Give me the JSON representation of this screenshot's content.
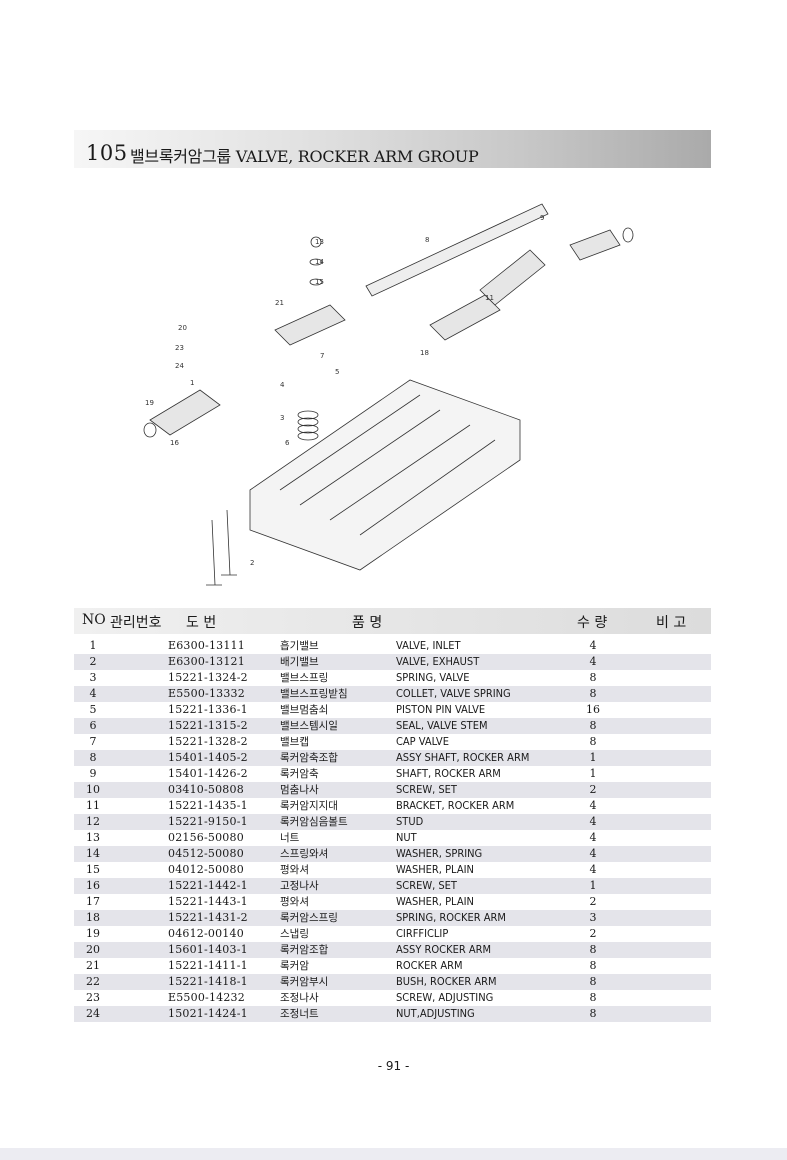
{
  "header": {
    "number": "105",
    "title": "밸브록커암그룹 VALVE, ROCKER ARM GROUP"
  },
  "diagram": {
    "callouts": [
      "1",
      "2",
      "3",
      "4",
      "5",
      "6",
      "7",
      "8",
      "9",
      "11",
      "13",
      "14",
      "15",
      "16",
      "18",
      "19",
      "20",
      "21",
      "23",
      "24"
    ]
  },
  "table": {
    "headers": {
      "no": "NO",
      "mgmt": "관리번호",
      "drawing": "도 번",
      "item": "품 명",
      "qty": "수 량",
      "remark": "비 고"
    },
    "rows": [
      {
        "no": "1",
        "part": "E6300-13111",
        "ko": "흡기밸브",
        "en": "VALVE, INLET",
        "qty": "4"
      },
      {
        "no": "2",
        "part": "E6300-13121",
        "ko": "배기밸브",
        "en": "VALVE, EXHAUST",
        "qty": "4"
      },
      {
        "no": "3",
        "part": "15221-1324-2",
        "ko": "밸브스프링",
        "en": "SPRING, VALVE",
        "qty": "8"
      },
      {
        "no": "4",
        "part": "E5500-13332",
        "ko": "밸브스프링받침",
        "en": "COLLET, VALVE SPRING",
        "qty": "8"
      },
      {
        "no": "5",
        "part": "15221-1336-1",
        "ko": "밸브멈춤쇠",
        "en": "PISTON PIN VALVE",
        "qty": "16"
      },
      {
        "no": "6",
        "part": "15221-1315-2",
        "ko": "밸브스템시일",
        "en": "SEAL, VALVE STEM",
        "qty": "8"
      },
      {
        "no": "7",
        "part": "15221-1328-2",
        "ko": "밸브캡",
        "en": "CAP VALVE",
        "qty": "8"
      },
      {
        "no": "8",
        "part": "15401-1405-2",
        "ko": "록커암축조합",
        "en": "ASSY SHAFT, ROCKER ARM",
        "qty": "1"
      },
      {
        "no": "9",
        "part": "15401-1426-2",
        "ko": "록커암축",
        "en": "SHAFT, ROCKER ARM",
        "qty": "1"
      },
      {
        "no": "10",
        "part": "03410-50808",
        "ko": "멈춤나사",
        "en": "SCREW, SET",
        "qty": "2"
      },
      {
        "no": "11",
        "part": "15221-1435-1",
        "ko": "록커암지지대",
        "en": "BRACKET, ROCKER ARM",
        "qty": "4"
      },
      {
        "no": "12",
        "part": "15221-9150-1",
        "ko": "록커암심음볼트",
        "en": "STUD",
        "qty": "4"
      },
      {
        "no": "13",
        "part": "02156-50080",
        "ko": "너트",
        "en": "NUT",
        "qty": "4"
      },
      {
        "no": "14",
        "part": "04512-50080",
        "ko": "스프링와셔",
        "en": "WASHER, SPRING",
        "qty": "4"
      },
      {
        "no": "15",
        "part": "04012-50080",
        "ko": "평와셔",
        "en": "WASHER, PLAIN",
        "qty": "4"
      },
      {
        "no": "16",
        "part": "15221-1442-1",
        "ko": "고정나사",
        "en": "SCREW, SET",
        "qty": "1"
      },
      {
        "no": "17",
        "part": "15221-1443-1",
        "ko": "평와셔",
        "en": "WASHER, PLAIN",
        "qty": "2"
      },
      {
        "no": "18",
        "part": "15221-1431-2",
        "ko": "록커암스프링",
        "en": "SPRING, ROCKER ARM",
        "qty": "3"
      },
      {
        "no": "19",
        "part": "04612-00140",
        "ko": "스냅링",
        "en": "CIRFFICLIP",
        "qty": "2"
      },
      {
        "no": "20",
        "part": "15601-1403-1",
        "ko": "록커암조합",
        "en": "ASSY ROCKER ARM",
        "qty": "8"
      },
      {
        "no": "21",
        "part": "15221-1411-1",
        "ko": "록커암",
        "en": "ROCKER ARM",
        "qty": "8"
      },
      {
        "no": "22",
        "part": "15221-1418-1",
        "ko": "록커암부시",
        "en": "BUSH, ROCKER ARM",
        "qty": "8"
      },
      {
        "no": "23",
        "part": "E5500-14232",
        "ko": "조정나사",
        "en": "SCREW, ADJUSTING",
        "qty": "8"
      },
      {
        "no": "24",
        "part": "15021-1424-1",
        "ko": "조정너트",
        "en": "NUT,ADJUSTING",
        "qty": "8"
      }
    ]
  },
  "footer": {
    "page": "- 91 -"
  }
}
